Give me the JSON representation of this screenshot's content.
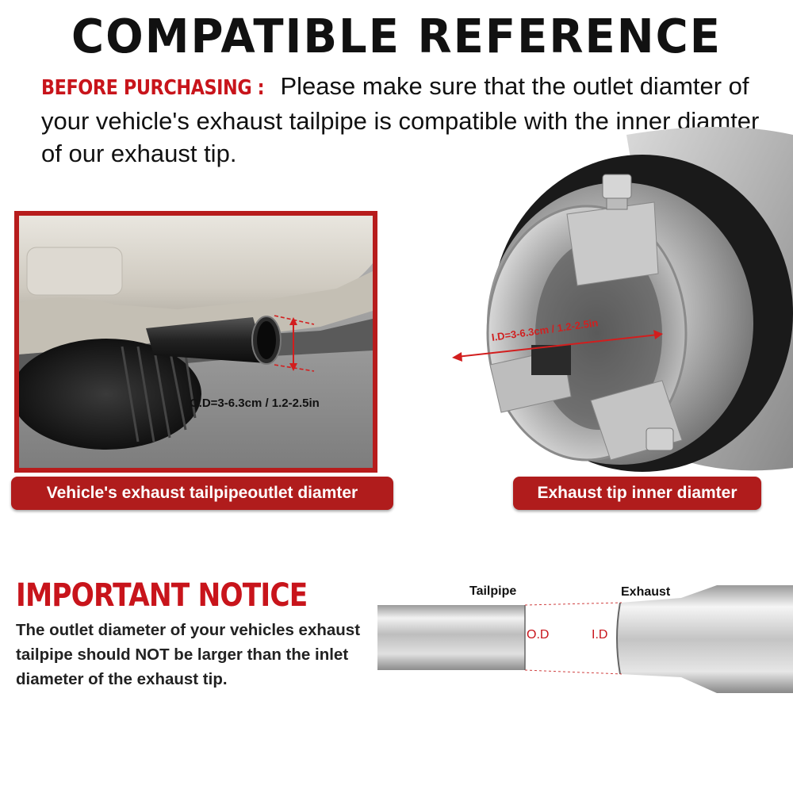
{
  "header": {
    "title": "COMPATIBLE REFERENCE"
  },
  "intro": {
    "lead": "BEFORE PURCHASING :",
    "text": " Please make sure that the outlet diamter of your vehicle's exhaust tailpipe is compatible with the inner diamter of our exhaust tip."
  },
  "left_panel": {
    "measurement": "O.D=3-6.3cm / 1.2-2.5in",
    "caption": "Vehicle's exhaust tailpipeoutlet diamter"
  },
  "right_panel": {
    "measurement": "I.D=3-6.3cm / 1.2-2.5in",
    "caption": "Exhaust tip inner diamter"
  },
  "notice": {
    "title": "IMPORTANT NOTICE",
    "text": "The outlet diameter of your vehicles exhaust tailpipe should NOT be larger than the inlet diameter of the exhaust tip."
  },
  "diagram": {
    "tailpipe_label": "Tailpipe",
    "exhaust_label": "Exhaust",
    "od_label": "O.D",
    "id_label": "I.D"
  },
  "colors": {
    "accent_red": "#c8141b",
    "caption_bg": "#b01c1c"
  }
}
